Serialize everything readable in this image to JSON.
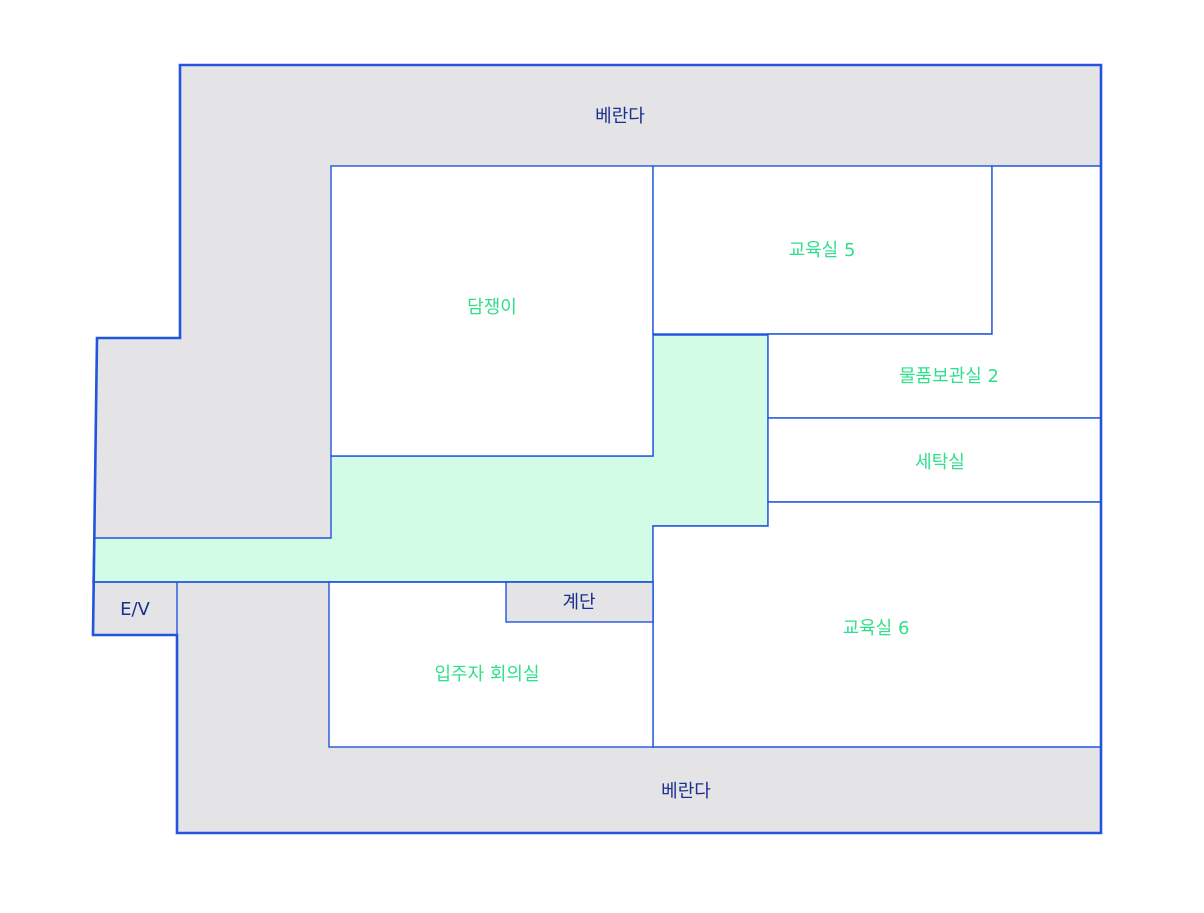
{
  "floor_plan": {
    "balcony_top": {
      "label": "베란다"
    },
    "balcony_bottom": {
      "label": "베란다"
    },
    "elevator": {
      "label": "E/V"
    },
    "stairs": {
      "label": "계단"
    },
    "rooms": {
      "damjaengi": {
        "label": "담쟁이"
      },
      "classroom5": {
        "label": "교육실 5"
      },
      "storage2": {
        "label": "물품보관실 2"
      },
      "laundry": {
        "label": "세탁실"
      },
      "classroom6": {
        "label": "교육실 6"
      },
      "meeting": {
        "label": "입주자 회의실"
      }
    },
    "colors": {
      "wall": "#2255dd",
      "common_area": "#e4e4e6",
      "corridor": "#d3fce6",
      "room": "#ffffff",
      "common_label": "#1a2f8f",
      "room_label": "#2fe08a"
    }
  }
}
